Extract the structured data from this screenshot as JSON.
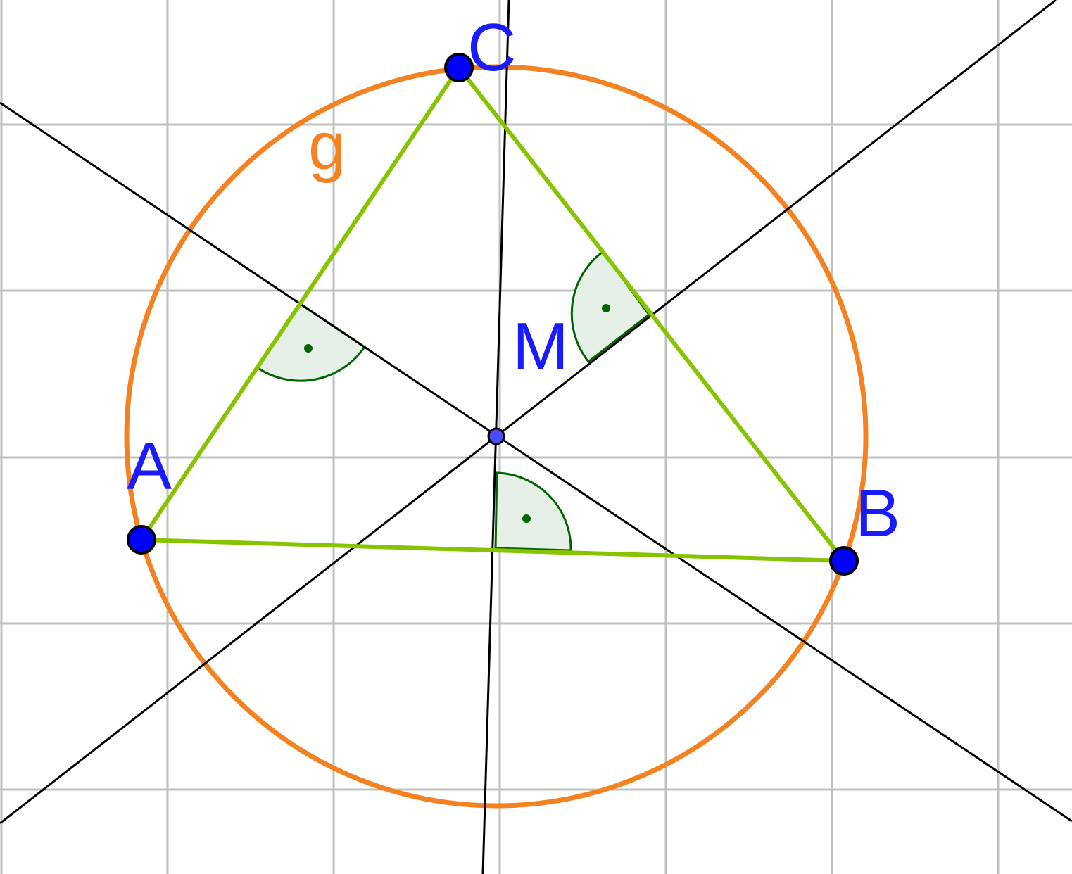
{
  "labels": {
    "point_a": "A",
    "point_b": "B",
    "point_c": "C",
    "center": "M",
    "circle": "g"
  },
  "colors": {
    "background": "#ffffff",
    "grid": "#c0c0c0",
    "circle": "#f58220",
    "triangle": "#86c400",
    "bisector": "#000000",
    "point_fill": "#0000ff",
    "center_fill": "#4b4bff",
    "label": "#1a1aff",
    "circle_label": "#f58220",
    "right_angle_stroke": "#006400",
    "right_angle_fill": "#e6f0e6"
  },
  "icons": {
    "point": "filled-circle",
    "right_angle": "arc-with-dot"
  }
}
